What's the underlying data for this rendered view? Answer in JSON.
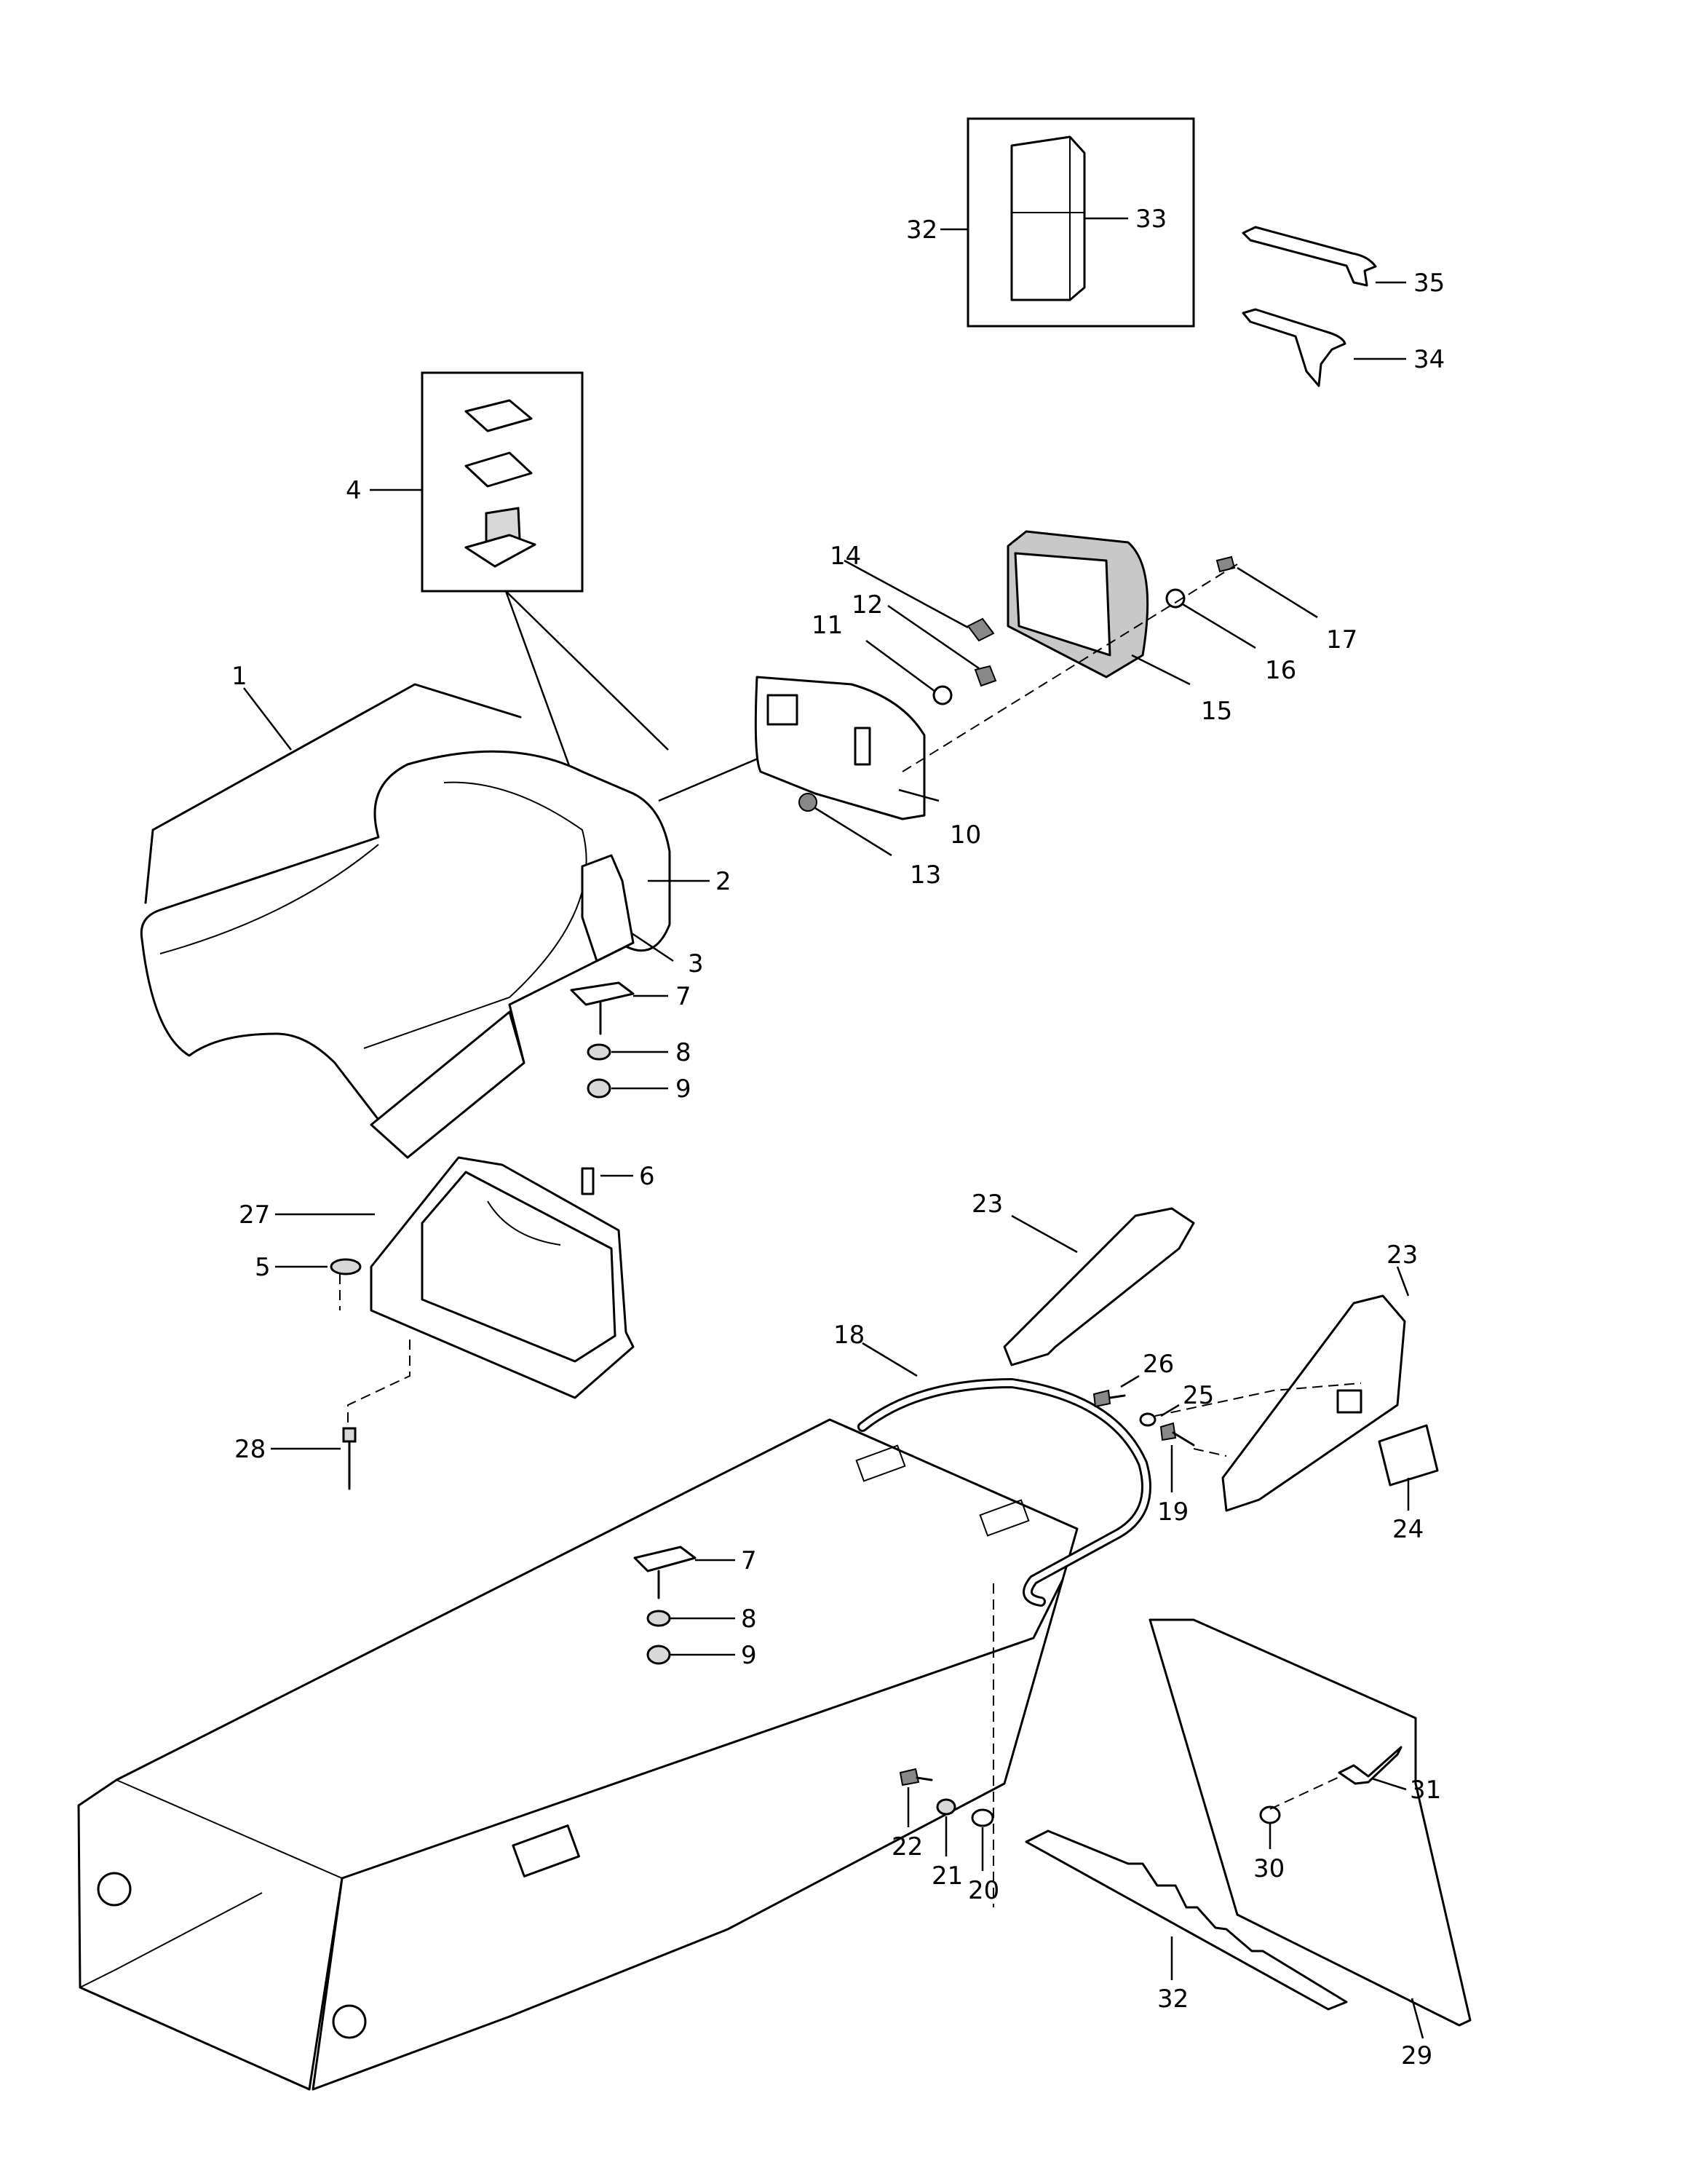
{
  "callouts": [
    {
      "id": "lbl-1",
      "text": "1"
    },
    {
      "id": "lbl-2",
      "text": "2"
    },
    {
      "id": "lbl-3",
      "text": "3"
    },
    {
      "id": "lbl-4",
      "text": "4"
    },
    {
      "id": "lbl-5",
      "text": "5"
    },
    {
      "id": "lbl-6",
      "text": "6"
    },
    {
      "id": "lbl-7a",
      "text": "7"
    },
    {
      "id": "lbl-7b",
      "text": "7"
    },
    {
      "id": "lbl-8a",
      "text": "8"
    },
    {
      "id": "lbl-8b",
      "text": "8"
    },
    {
      "id": "lbl-9a",
      "text": "9"
    },
    {
      "id": "lbl-9b",
      "text": "9"
    },
    {
      "id": "lbl-10",
      "text": "10"
    },
    {
      "id": "lbl-11",
      "text": "11"
    },
    {
      "id": "lbl-12",
      "text": "12"
    },
    {
      "id": "lbl-13",
      "text": "13"
    },
    {
      "id": "lbl-14",
      "text": "14"
    },
    {
      "id": "lbl-15",
      "text": "15"
    },
    {
      "id": "lbl-16",
      "text": "16"
    },
    {
      "id": "lbl-17",
      "text": "17"
    },
    {
      "id": "lbl-18",
      "text": "18"
    },
    {
      "id": "lbl-19",
      "text": "19"
    },
    {
      "id": "lbl-20",
      "text": "20"
    },
    {
      "id": "lbl-21",
      "text": "21"
    },
    {
      "id": "lbl-22",
      "text": "22"
    },
    {
      "id": "lbl-23a",
      "text": "23"
    },
    {
      "id": "lbl-23b",
      "text": "23"
    },
    {
      "id": "lbl-24",
      "text": "24"
    },
    {
      "id": "lbl-25",
      "text": "25"
    },
    {
      "id": "lbl-26",
      "text": "26"
    },
    {
      "id": "lbl-27",
      "text": "27"
    },
    {
      "id": "lbl-28",
      "text": "28"
    },
    {
      "id": "lbl-29",
      "text": "29"
    },
    {
      "id": "lbl-30",
      "text": "30"
    },
    {
      "id": "lbl-31",
      "text": "31"
    },
    {
      "id": "lbl-32a",
      "text": "32"
    },
    {
      "id": "lbl-32b",
      "text": "32"
    },
    {
      "id": "lbl-33",
      "text": "33"
    },
    {
      "id": "lbl-34",
      "text": "34"
    },
    {
      "id": "lbl-35",
      "text": "35"
    }
  ]
}
